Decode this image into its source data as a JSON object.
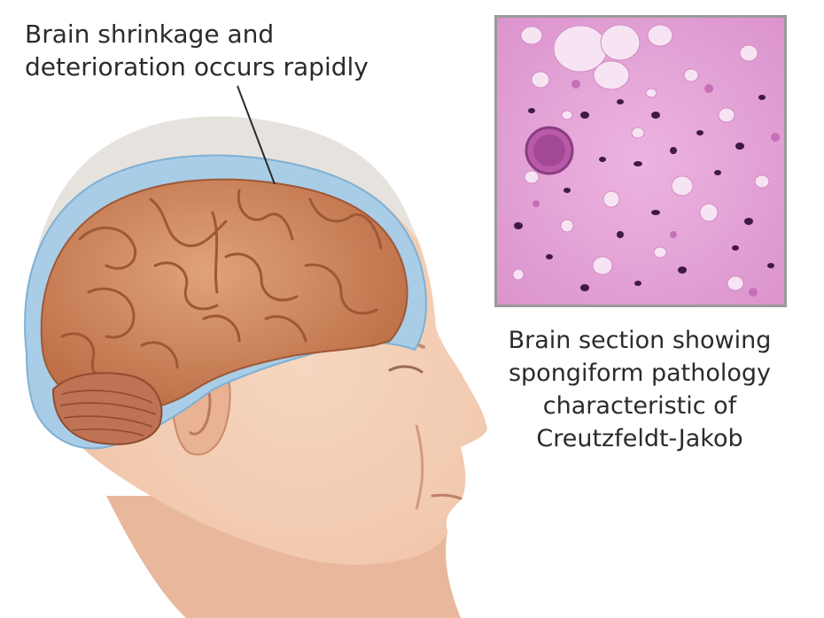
{
  "annotations": {
    "shrinkage_lines": [
      "Brain shrinkage and",
      "deterioration occurs rapidly"
    ],
    "section_lines": [
      "Brain section showing",
      "spongiform pathology",
      "characteristic of",
      "Creutzfeldt-Jakob"
    ]
  },
  "colors": {
    "skin": "#f1c8ad",
    "skin_shadow": "#d99f83",
    "hair": "#e6e2dd",
    "meninges": "#a9cde6",
    "brain": "#cf8659",
    "brain_dark": "#9e5835",
    "cerebellum": "#c07254",
    "tissue": "#e6a4d8",
    "nuclei": "#3e1a44"
  }
}
